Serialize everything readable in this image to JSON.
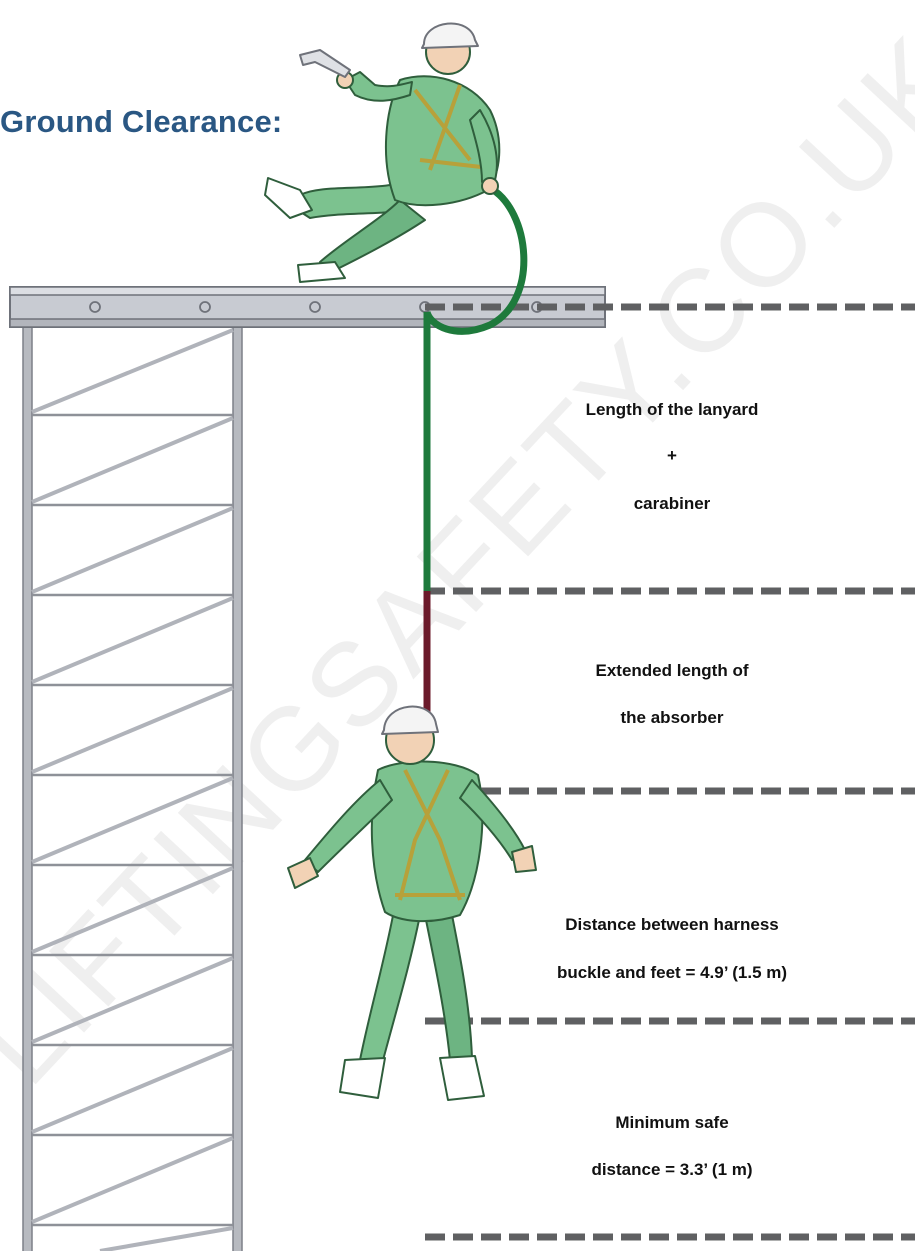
{
  "title": "Ground Clearance:",
  "watermark": "LIFTINGSAFETY.CO.UK",
  "labels": {
    "lanyard_line1": "Length of the lanyard",
    "lanyard_plus": "+",
    "lanyard_line2": "carabiner",
    "absorber_line1": "Extended length of",
    "absorber_line2": "the absorber",
    "harness_line1": "Distance between harness",
    "harness_line2": "buckle and feet = 4.9’ (1.5 m)",
    "safe_line1": "Minimum safe",
    "safe_line2": "distance = 3.3’ (1 m)"
  },
  "colors": {
    "title": "#2a5783",
    "lanyard": "#1e7a3c",
    "absorber": "#6b1a2a",
    "dash": "#5f6062",
    "scaffold": "#a9acb3",
    "coverall": "#7cc28f",
    "harness": "#b7a13a"
  },
  "icons": {
    "scaffold": "scaffold-tower-icon",
    "worker_top": "seated-worker-icon",
    "worker_hanging": "suspended-worker-icon"
  }
}
